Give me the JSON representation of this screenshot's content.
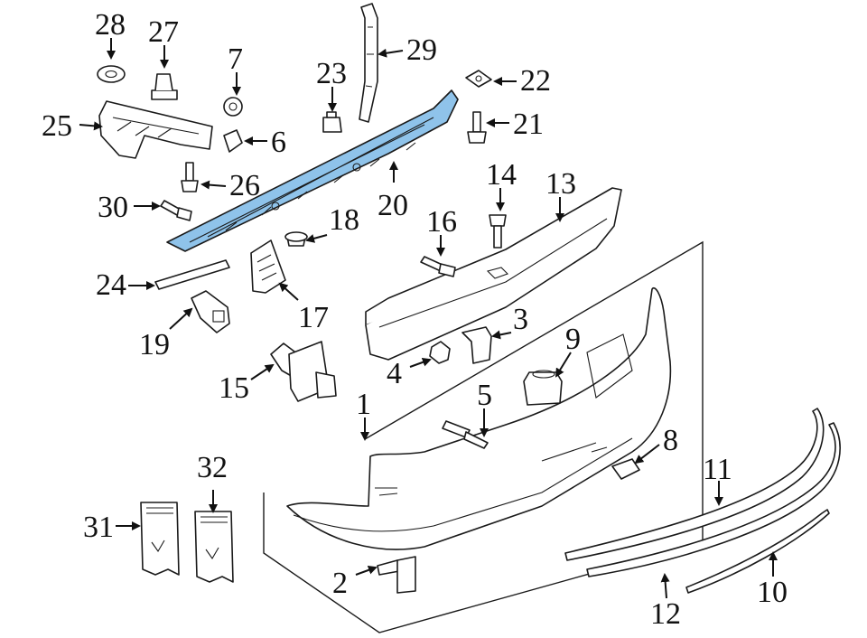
{
  "diagram": {
    "highlight_color": "#8fc3ea",
    "line_color": "#1a1a1a",
    "callouts": {
      "c1": "1",
      "c2": "2",
      "c3": "3",
      "c4": "4",
      "c5": "5",
      "c6": "6",
      "c7": "7",
      "c8": "8",
      "c9": "9",
      "c10": "10",
      "c11": "11",
      "c12": "12",
      "c13": "13",
      "c14": "14",
      "c15": "15",
      "c16": "16",
      "c17": "17",
      "c18": "18",
      "c19": "19",
      "c20": "20",
      "c21": "21",
      "c22": "22",
      "c23": "23",
      "c24": "24",
      "c25": "25",
      "c26": "26",
      "c27": "27",
      "c28": "28",
      "c29": "29",
      "c30": "30",
      "c31": "31",
      "c32": "32"
    }
  }
}
